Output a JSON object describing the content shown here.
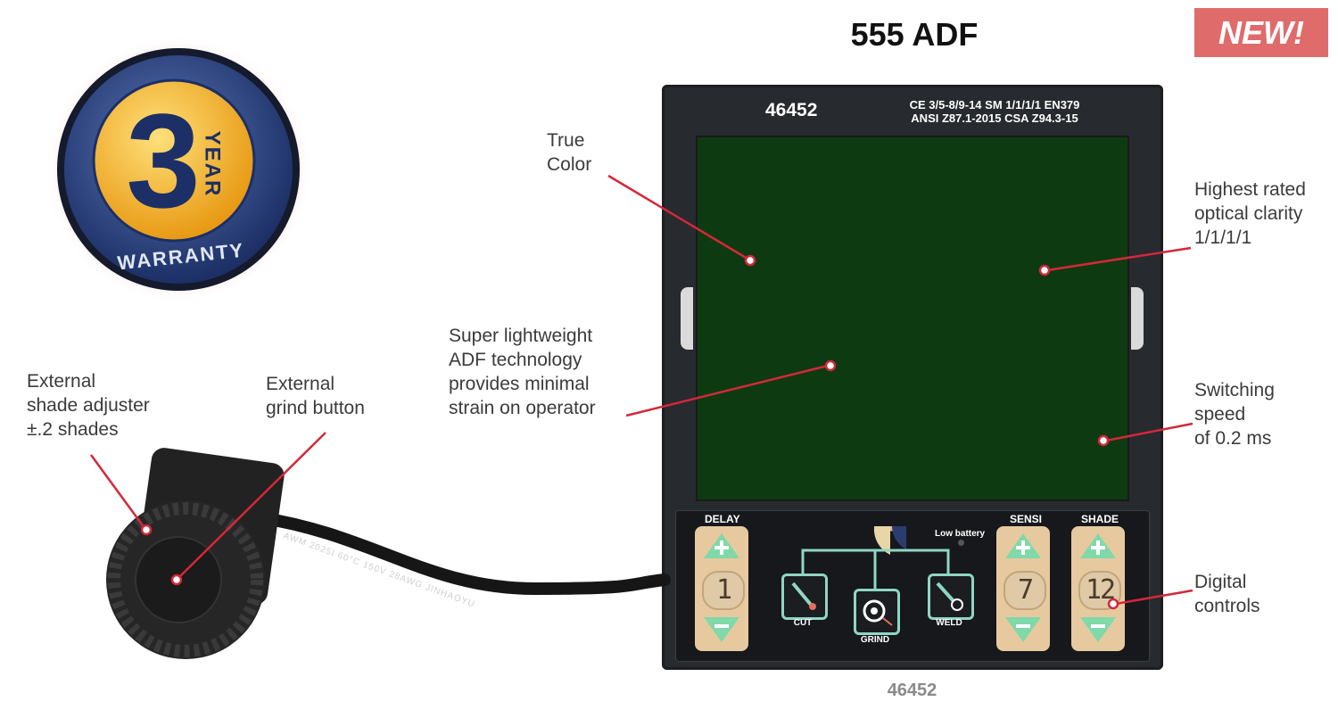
{
  "header": {
    "title": "555 ADF",
    "badge": "NEW!"
  },
  "warranty": {
    "number": "3",
    "word_year": "YEAR",
    "word_warranty": "WARRANTY"
  },
  "device": {
    "model_top": "46452",
    "cert_line1": "CE 3/5-8/9-14  SM 1/1/1/1  EN379",
    "cert_line2": "ANSI Z87.1-2015 CSA Z94.3-15",
    "model_bottom": "46452",
    "low_battery": "Low battery",
    "controls": {
      "delay": {
        "label": "DELAY",
        "value": "1"
      },
      "sensi": {
        "label": "SENSI",
        "value": "7"
      },
      "shade": {
        "label": "SHADE",
        "value": "12"
      },
      "modes": {
        "cut": "CUT",
        "grind": "GRIND",
        "weld": "WELD"
      }
    },
    "cable_text": "AWM  2025I  60°C  150V  28AWG  JINHAOYU"
  },
  "callouts": {
    "true_color": [
      "True",
      "Color"
    ],
    "optical": [
      "Highest rated",
      "optical clarity",
      "1/1/1/1"
    ],
    "lightweight": [
      "Super lightweight",
      "ADF technology",
      "provides minimal",
      "strain on operator"
    ],
    "switching": [
      "Switching",
      "speed",
      "of 0.2 ms"
    ],
    "digital": [
      "Digital",
      "controls"
    ],
    "shade_adjuster": [
      "External",
      "shade adjuster",
      "±.2 shades"
    ],
    "grind_button": [
      "External",
      "grind button"
    ]
  },
  "colors": {
    "accent_red": "#d3283a",
    "badge_bg": "#e06b6b",
    "lens_green": "#0e3a12",
    "key_green": "#7fd9a8"
  },
  "icons": [
    "plus-icon",
    "minus-icon",
    "cut-torch-icon",
    "grind-icon",
    "weld-icon",
    "low-battery-led-icon"
  ]
}
